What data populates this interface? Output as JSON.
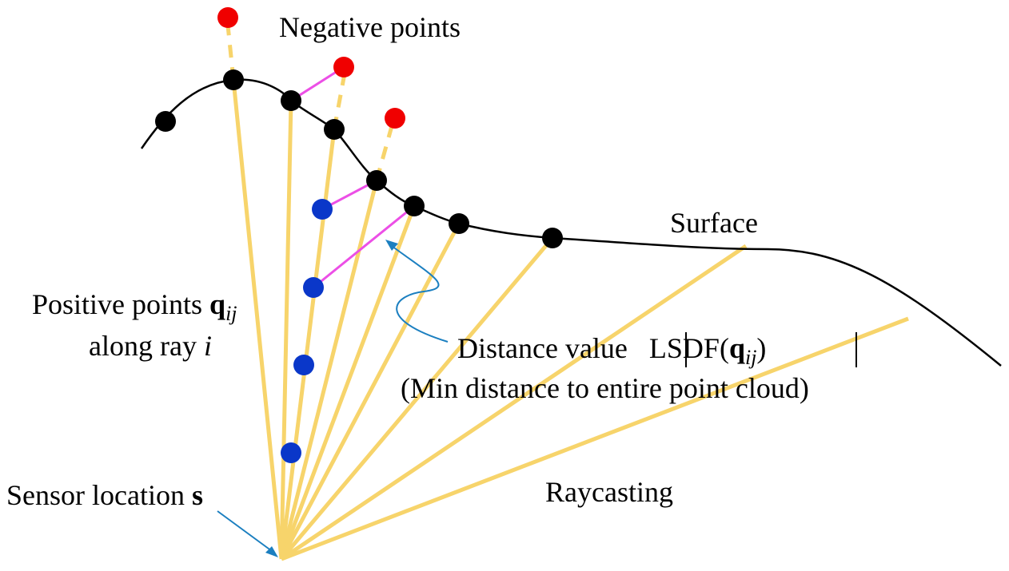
{
  "labels": {
    "negative_points": "Negative points",
    "surface": "Surface",
    "positive_points_line1": "Positive points ",
    "positive_points_q": "q",
    "positive_points_sub": "ij",
    "positive_points_line2_prefix": "along ray ",
    "positive_points_line2_i": "i",
    "distance_prefix": "Distance value ",
    "distance_lsdf": "LSDF(",
    "distance_q": "q",
    "distance_sub": "ij",
    "distance_close": ")",
    "distance_note": "(Min distance to entire point cloud)",
    "sensor_prefix": "Sensor location ",
    "sensor_s": "s",
    "raycasting": "Raycasting"
  },
  "colors": {
    "ray": "#f7d46b",
    "distance_segment": "#ec4fe6",
    "surface_point": "#000000",
    "negative_point": "#f00000",
    "positive_point": "#0a37c9",
    "annotation_arrow": "#1b7fc0"
  }
}
